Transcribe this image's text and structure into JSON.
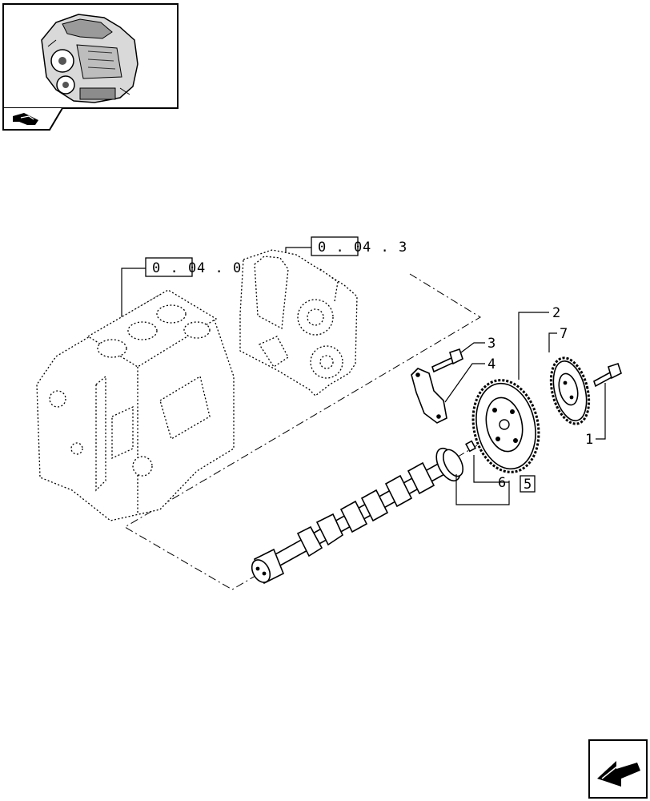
{
  "thumbnail": {
    "icon": "engine-thumbnail-icon"
  },
  "nav_icons": {
    "back": "back-arrow-icon",
    "next": "next-page-arrow-icon"
  },
  "references": [
    {
      "boxed": "0 . 0",
      "rest": "4 . 0"
    },
    {
      "boxed": "0 . 0",
      "rest": "4 . 3"
    }
  ],
  "callouts": {
    "c1": "1",
    "c2": "2",
    "c3": "3",
    "c4": "4",
    "c6": "6",
    "c7": "7",
    "c5": "5"
  }
}
